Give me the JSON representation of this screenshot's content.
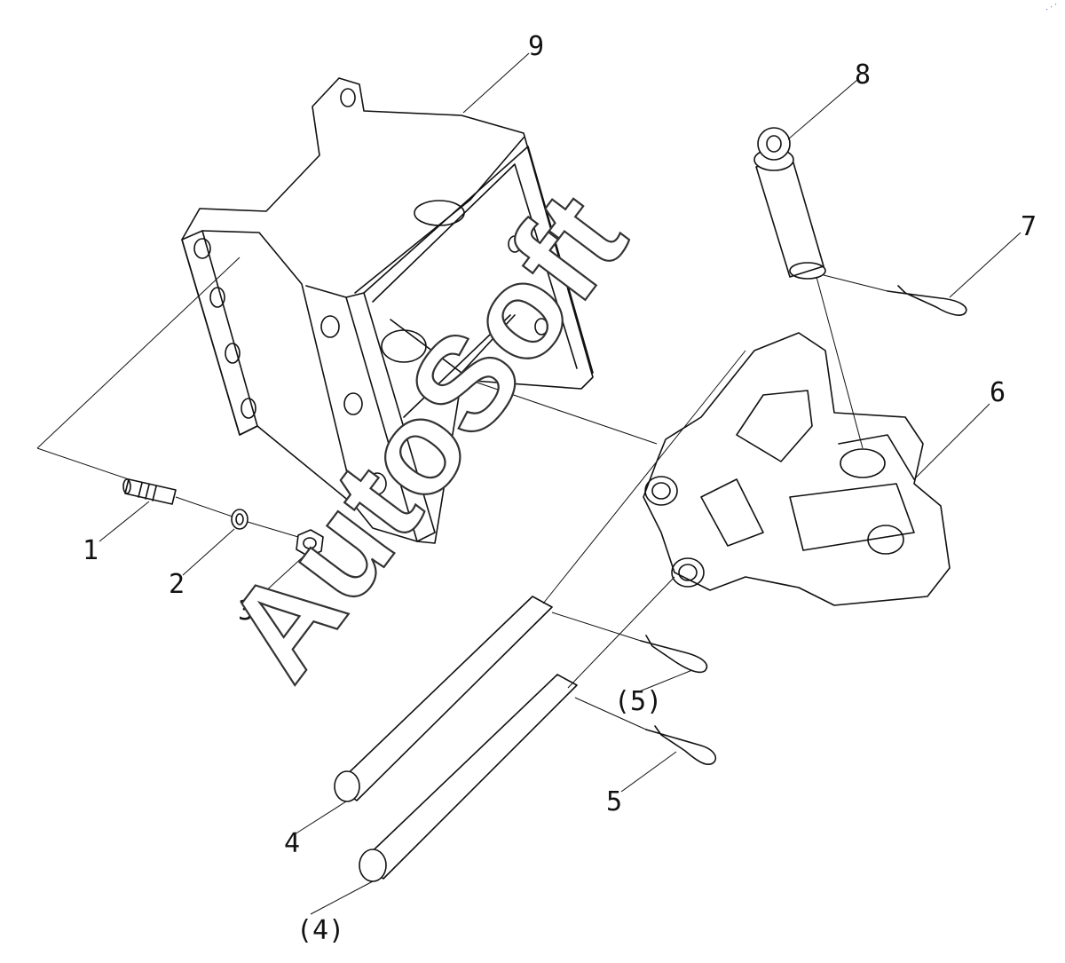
{
  "callouts": {
    "c1": "1",
    "c2": "2",
    "c3": "3",
    "c4": "4",
    "c4b": "(4)",
    "c5": "5",
    "c5b": "(5)",
    "c6": "6",
    "c7": "7",
    "c8": "8",
    "c9": "9"
  },
  "watermark": "AutoSoft",
  "corner_mark": "· · ·",
  "colors": {
    "line": "#111111",
    "background": "#ffffff",
    "watermark_outline": "#333333",
    "corner_mark": "#3355cc"
  }
}
